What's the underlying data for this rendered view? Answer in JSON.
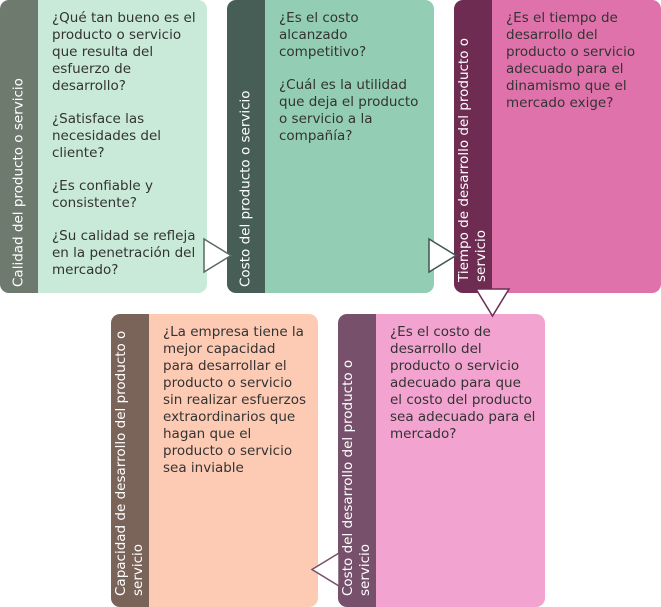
{
  "colors": {
    "tab1": "#6f7a6e",
    "body1": "#c9ead8",
    "tab2": "#465e56",
    "body2": "#93cdb3",
    "tab3": "#6e2c52",
    "body3": "#e072ab",
    "tab4": "#77506b",
    "body4": "#f3a3d0",
    "tab5": "#7a6359",
    "body5": "#fdcbb4"
  },
  "steps": [
    {
      "label": "Calidad del producto o servicio",
      "questions": [
        "¿Qué tan bueno es el producto o servicio que resulta del esfuerzo de desarrollo?",
        "¿Satisface las necesidades del cliente?",
        "¿Es confiable y consistente?",
        "¿Su calidad se refleja en la penetración del mercado?"
      ]
    },
    {
      "label": "Costo del producto o servicio",
      "questions": [
        "¿Es el costo alcanzado competitivo?",
        "¿Cuál es la utilidad que deja el producto o servicio a la compañía?"
      ]
    },
    {
      "label": "Tiempo de desarrollo del producto o servicio",
      "questions": [
        "¿Es el tiempo de desarrollo del producto o servicio adecuado para el dinamismo que el mercado exige?"
      ]
    },
    {
      "label": "Costo del desarrollo del producto o servicio",
      "questions": [
        "¿Es el costo de desarrollo del producto o servicio adecuado para que el costo del producto sea adecuado para el mercado?"
      ]
    },
    {
      "label": "Capacidad de desarrollo del producto o servicio",
      "questions": [
        "¿La empresa tiene la mejor capacidad para desarrollar el producto o servicio sin realizar esfuerzos extraordinarios que hagan que el producto o servicio sea inviable"
      ]
    }
  ]
}
